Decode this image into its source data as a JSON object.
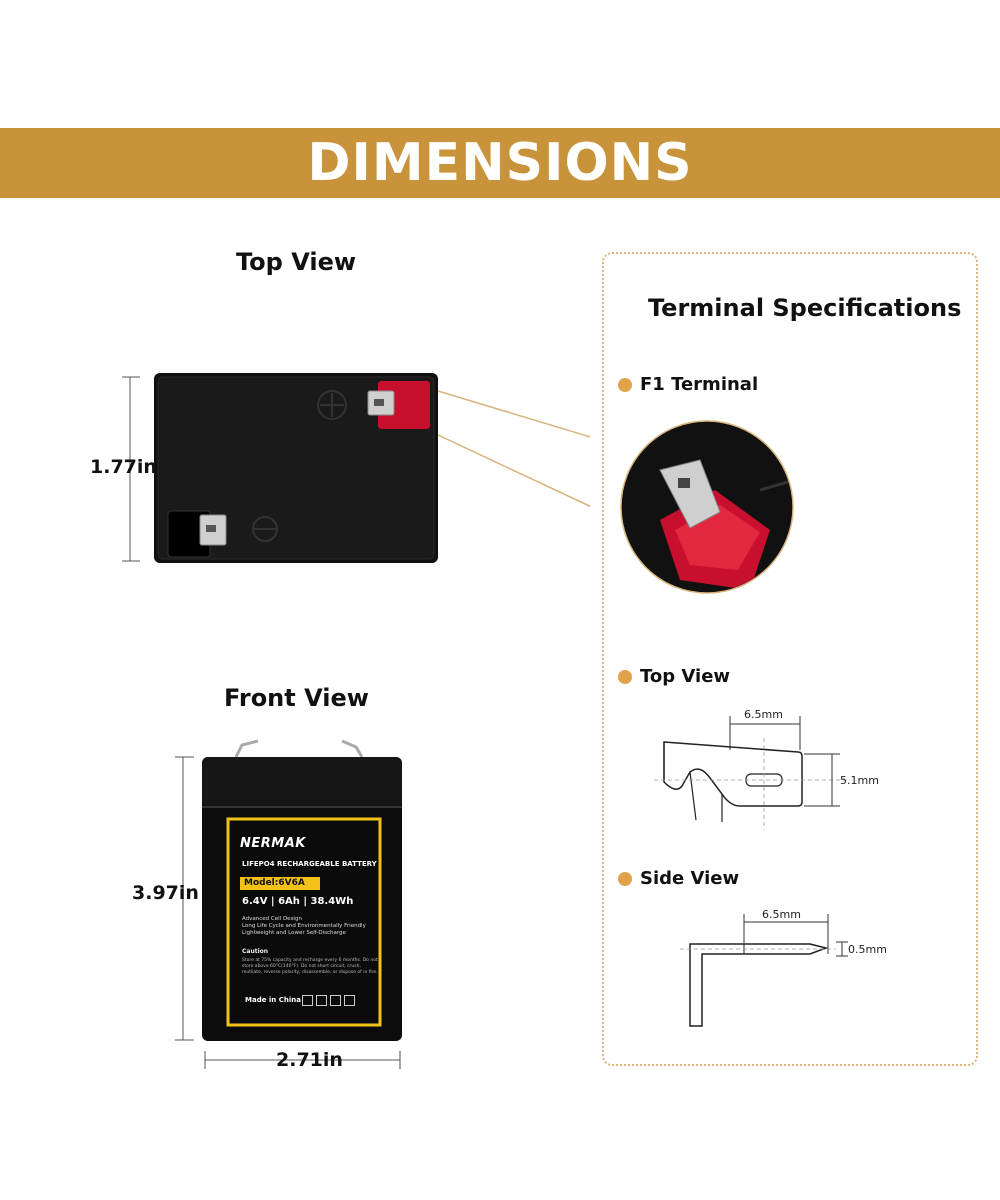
{
  "banner": {
    "title": "DIMENSIONS"
  },
  "top_view": {
    "title": "Top View",
    "height_label": "1.77in"
  },
  "front_view": {
    "title": "Front View",
    "height_label": "3.97in",
    "width_label": "2.71in",
    "label_card": {
      "brand": "NERMAK",
      "chemistry": "LIFEPO4 RECHARGEABLE BATTERY",
      "model": "Model:6V6A",
      "rating": "6.4V | 6Ah | 38.4Wh",
      "features": [
        "Advanced Cell Design",
        "Long Life Cycle and Environmentally Friendly",
        "Lightweight and Lower Self-Discharge"
      ],
      "caution_title": "Caution",
      "caution_text": "Store at 75% capacity and recharge every 6 months. Do not store above 60°C(140°F). Do not short circuit, crush, mutilate, reverse polarity, disassemble, or dispose of in fire.",
      "made_in": "Made in China"
    }
  },
  "terminal_specs": {
    "title": "Terminal Specifications",
    "f1_label": "F1 Terminal",
    "top_view_label": "Top View",
    "side_view_label": "Side  View",
    "top_width": "6.5mm",
    "top_height": "5.1mm",
    "side_width": "6.5mm",
    "side_thickness": "0.5mm"
  },
  "colors": {
    "banner": "#c8933a",
    "accent_dot": "#e0a24a",
    "terminal_red": "#c8102e",
    "label_gold": "#f2c21b"
  }
}
